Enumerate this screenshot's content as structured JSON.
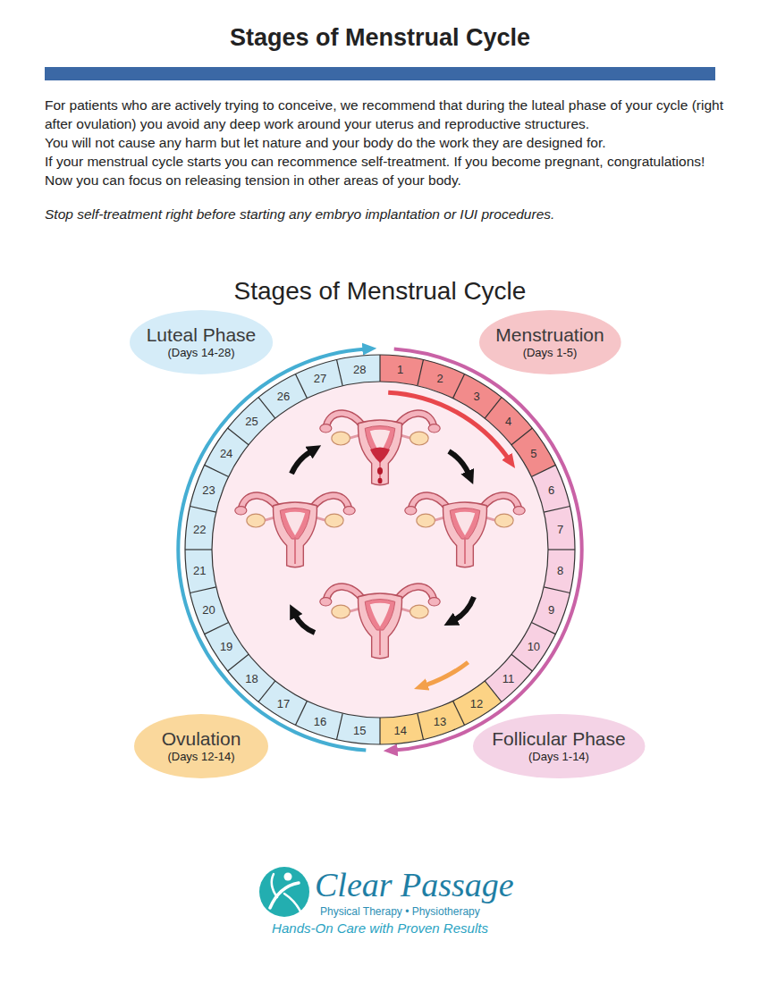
{
  "diagram": {
    "title": "Stages of Menstrual Cycle",
    "nodes": [
      {
        "text": [
          "Luteal Phase",
          "(Days 14-28)"
        ]
      },
      {
        "text": [
          "Menstruation",
          "(Days 1-5)"
        ]
      },
      {
        "text": [
          "Ovulation",
          "(Days 12-14)"
        ]
      },
      {
        "text": [
          "Follicular Phase",
          "(Days 1-14)"
        ]
      }
    ],
    "labels": [
      "For patients who are actively trying to conceive, we recommend that during the luteal phase of your cycle (right after ovulation) you avoid any deep work around your uterus and reproductive structures.",
      "You will not cause any harm but let nature and your body do the work they are designed for.",
      "If your menstrual cycle starts you can recommence self-treatment. If you become pregnant, congratulations! Now you can focus on releasing tension in other areas of your body.",
      "Stop self-treatment right before starting any embryo implantation or IUI procedures.",
      "Stages of Menstrual Cycle",
      "1",
      "2",
      "3",
      "4",
      "5",
      "6",
      "7",
      "8",
      "9",
      "10",
      "11",
      "12",
      "13",
      "14",
      "15",
      "16",
      "17",
      "18",
      "19",
      "20",
      "21",
      "22",
      "23",
      "24",
      "25",
      "26",
      "27",
      "28",
      "Clear Passage",
      "Physical Therapy • Physiotherapy",
      "Hands-On Care with Proven Results"
    ]
  }
}
